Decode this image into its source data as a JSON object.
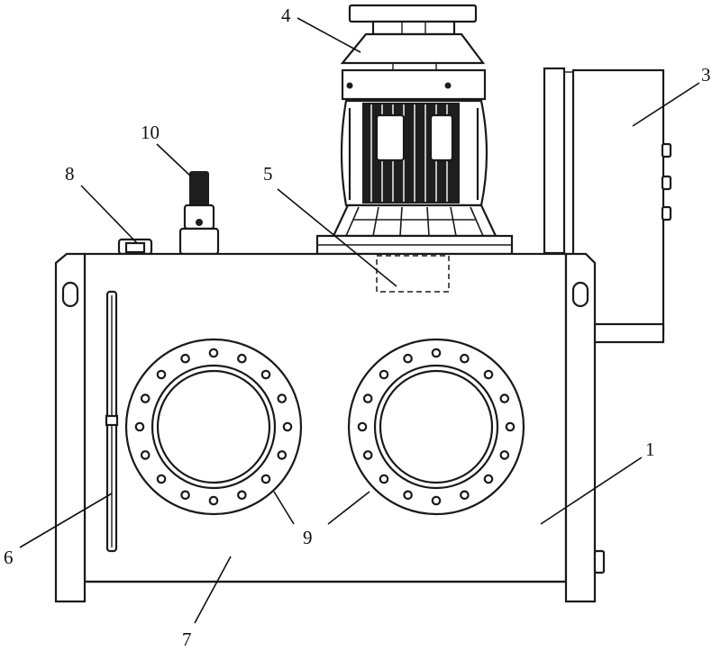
{
  "labels": {
    "l1": "1",
    "l3": "3",
    "l4": "4",
    "l5": "5",
    "l6": "6",
    "l7": "7",
    "l8": "8",
    "l9": "9",
    "l10": "10"
  }
}
